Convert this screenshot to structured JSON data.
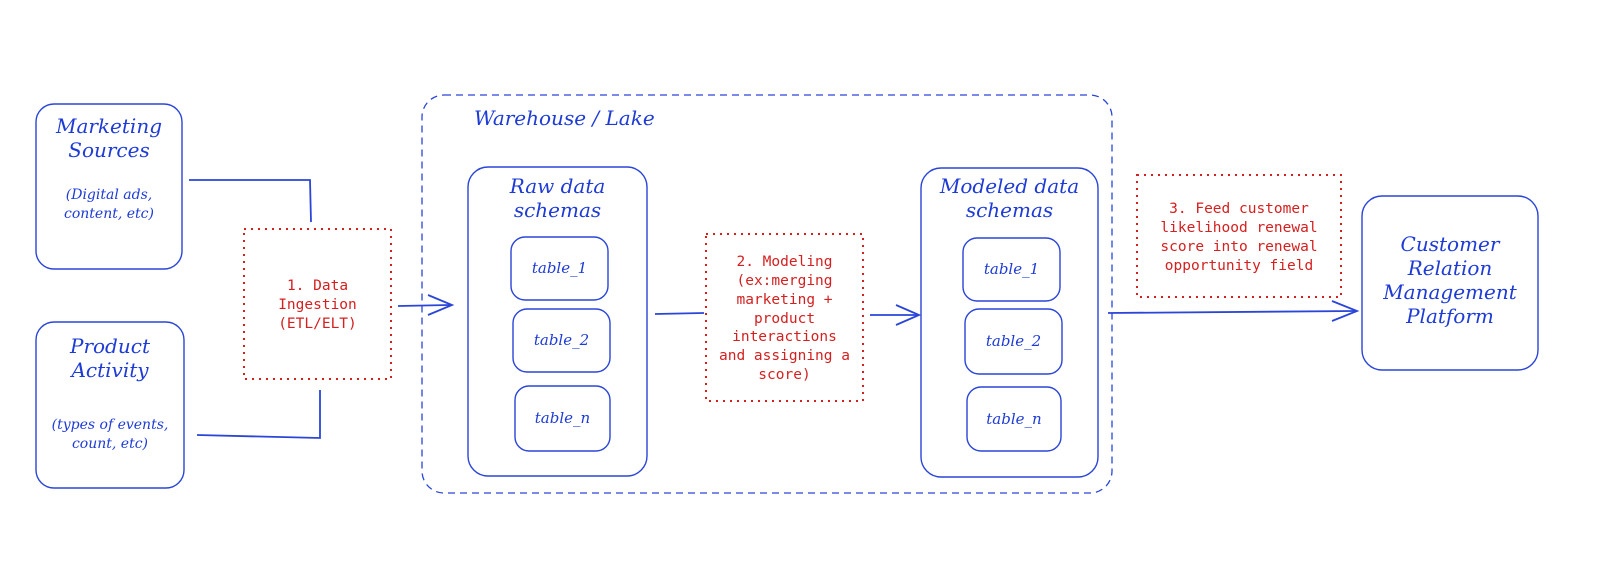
{
  "sources": {
    "marketing": {
      "title": "Marketing\nSources",
      "detail": "(Digital ads,\ncontent, etc)"
    },
    "product": {
      "title": "Product\nActivity",
      "detail": "(types of events,\ncount, etc)"
    }
  },
  "warehouse": {
    "title": "Warehouse / Lake",
    "raw": {
      "title": "Raw data\nschemas",
      "tables": [
        "table_1",
        "table_2",
        "table_n"
      ]
    },
    "modeled": {
      "title": "Modeled data\nschemas",
      "tables": [
        "table_1",
        "table_2",
        "table_n"
      ]
    }
  },
  "steps": {
    "ingestion": "1. Data\nIngestion\n(ETL/ELT)",
    "modeling": "2. Modeling\n(ex:merging\nmarketing +\nproduct\ninteractions\nand assigning a\nscore)",
    "feed": "3. Feed customer\nlikelihood renewal\nscore into renewal\nopportunity field"
  },
  "destination": {
    "title": "Customer\nRelation\nManagement\nPlatform"
  },
  "colors": {
    "ink": "#2a45d8",
    "note": "#d42020"
  }
}
